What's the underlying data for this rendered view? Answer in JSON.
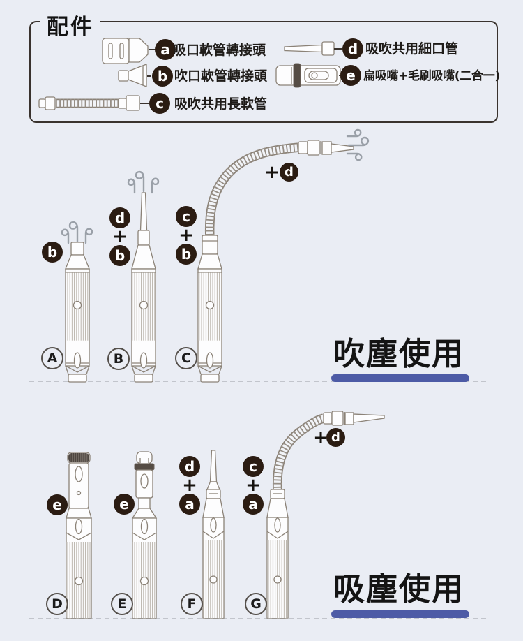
{
  "colors": {
    "background": "#eaedf4",
    "badge_bg": "#2b1c12",
    "accent_bar": "#4d5ba6",
    "line_art": "#8b8277"
  },
  "accessories": {
    "title": "配件",
    "items": [
      {
        "badge": "a",
        "label": "吸口軟管轉接頭",
        "icon": "suction-hose-adapter-icon"
      },
      {
        "badge": "b",
        "label": "吹口軟管轉接頭",
        "icon": "blow-hose-adapter-icon"
      },
      {
        "badge": "c",
        "label": "吸吹共用長軟管",
        "icon": "long-flex-hose-icon"
      },
      {
        "badge": "d",
        "label": "吸吹共用細口管",
        "icon": "thin-nozzle-icon"
      },
      {
        "badge": "e",
        "label": "扁吸嘴+毛刷吸嘴(二合一)",
        "icon": "flat-brush-nozzle-icon"
      }
    ]
  },
  "blow": {
    "title": "吹塵使用",
    "plus": "+",
    "devices": [
      {
        "letter": "A",
        "top_badge": "b"
      },
      {
        "letter": "B",
        "top_badge": "d",
        "bottom_badge": "b"
      },
      {
        "letter": "C",
        "top_badge": "c",
        "bottom_badge": "b"
      }
    ],
    "hose_attachment": {
      "plus": "+",
      "badge": "d"
    }
  },
  "suction": {
    "title": "吸塵使用",
    "plus": "+",
    "devices": [
      {
        "letter": "D",
        "top_badge": "e"
      },
      {
        "letter": "E",
        "top_badge": "e"
      },
      {
        "letter": "F",
        "top_badge": "d",
        "bottom_badge": "a"
      },
      {
        "letter": "G",
        "top_badge": "c",
        "bottom_badge": "a"
      }
    ],
    "hose_attachment": {
      "plus": "+",
      "badge": "d"
    }
  }
}
